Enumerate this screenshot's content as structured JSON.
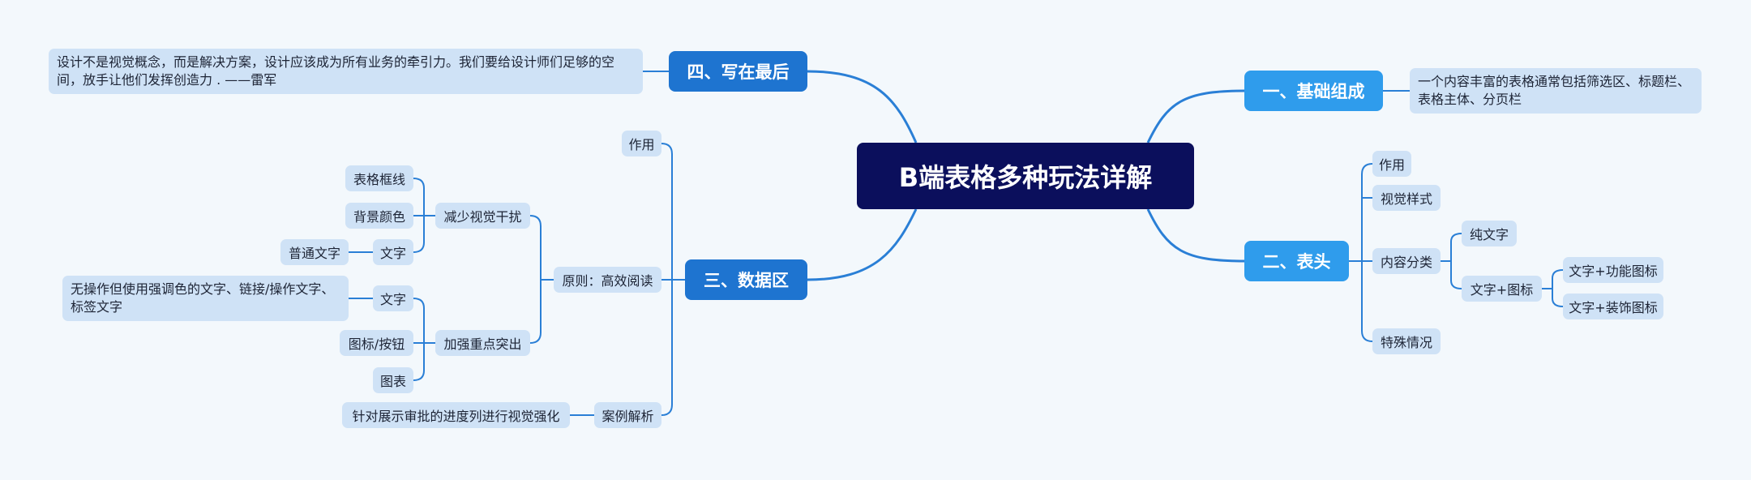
{
  "root": {
    "label": "B端表格多种玩法详解"
  },
  "branch1": {
    "label": "一、基础组成",
    "desc": "一个内容丰富的表格通常包括筛选区、标题栏、表格主体、分页栏"
  },
  "branch2": {
    "label": "二、表头",
    "purpose": "作用",
    "visual_style": "视觉样式",
    "content_type": "内容分类",
    "plain_text": "纯文字",
    "text_icon": "文字+图标",
    "text_func_icon": "文字+功能图标",
    "text_deco_icon": "文字+装饰图标",
    "special": "特殊情况"
  },
  "branch3": {
    "label": "三、数据区",
    "purpose": "作用",
    "principle": "原则：高效阅读",
    "reduce": "减少视觉干扰",
    "table_border": "表格框线",
    "bg_color": "背景颜色",
    "text_a": "文字",
    "normal_text": "普通文字",
    "emphasize": "加强重点突出",
    "text_b": "文字",
    "text_b_desc": "无操作但使用强调色的文字、链接/操作文字、标签文字",
    "icon_button": "图标/按钮",
    "chart": "图表",
    "case": "案例解析",
    "case_desc": "针对展示审批的进度列进行视觉强化"
  },
  "branch4": {
    "label": "四、写在最后",
    "quote": "设计不是视觉概念，而是解决方案，设计应该成为所有业务的牵引力。我们要给设计师们足够的空间，放手让他们发挥创造力 . ——雷军"
  },
  "colors": {
    "background": "#f3f8fc",
    "root": "#0b0f5c",
    "main_right": "#2f9cec",
    "main_left": "#1e74d0",
    "leaf": "#cfe2f6",
    "link": "#1e74d0"
  }
}
